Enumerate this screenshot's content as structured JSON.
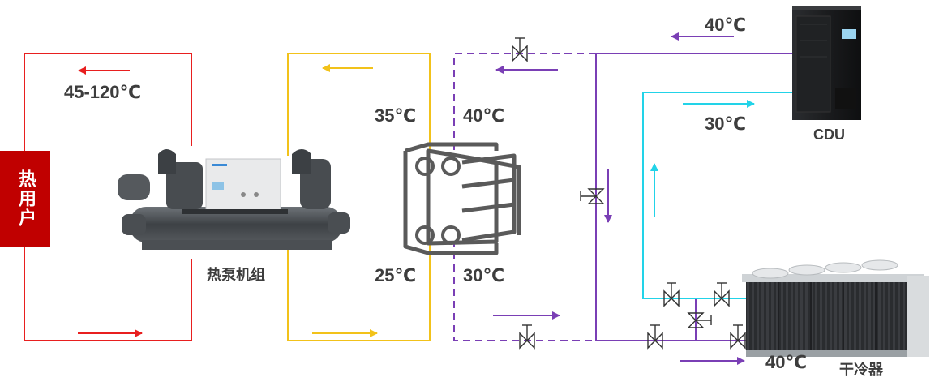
{
  "hot_user": {
    "label": "热用户",
    "color": "#c00000"
  },
  "labels": {
    "hot_loop_temp": "45-120℃",
    "heatpump": "热泵机组",
    "hx_left_top": "35℃",
    "hx_right_top": "40℃",
    "hx_left_bottom": "25℃",
    "hx_right_bottom": "30℃",
    "cdu_return_temp": "40℃",
    "cdu_supply_temp": "30℃",
    "cdu": "CDU",
    "drycooler_temp": "40℃",
    "drycooler": "干冷器"
  },
  "colors": {
    "red_loop": "#e81f1f",
    "yellow_loop": "#f2c21a",
    "purple_loop": "#7a3fb5",
    "cyan_loop": "#22d3e8",
    "text": "#3d3d3d"
  }
}
